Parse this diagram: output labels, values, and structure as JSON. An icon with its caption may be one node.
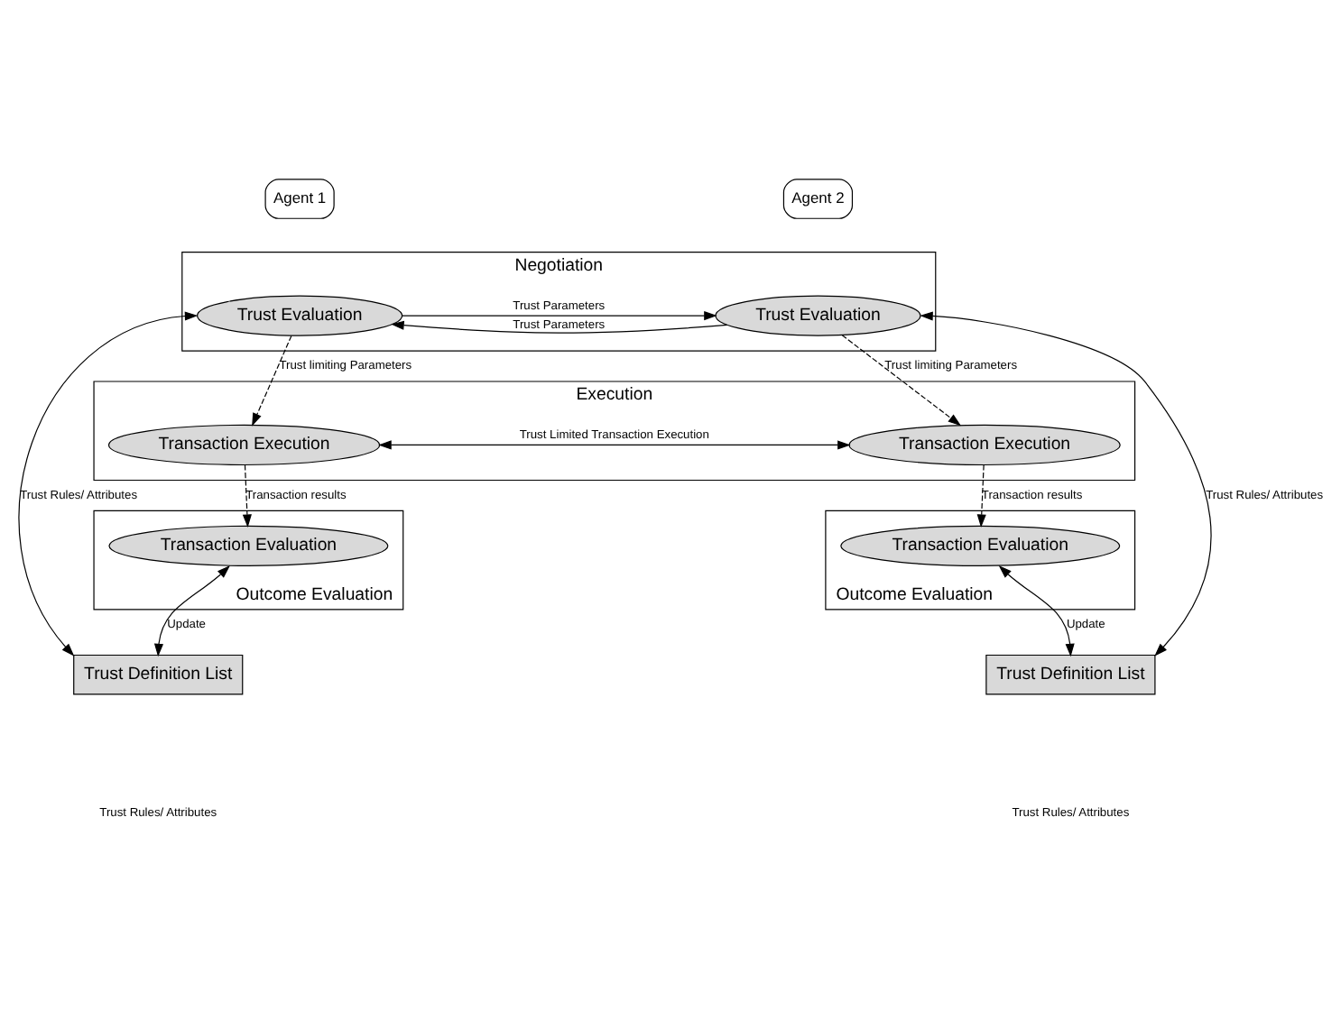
{
  "diagram": {
    "nodes": [
      {
        "text": [
          "Agent 1"
        ]
      },
      {
        "text": [
          "Agent 2"
        ]
      },
      {
        "text": [
          "Negotiation"
        ]
      },
      {
        "text": [
          "Trust Evaluation"
        ],
        "in": 2
      },
      {
        "text": [
          "Trust Evaluation"
        ],
        "in": 2
      },
      {
        "text": [
          "Execution"
        ]
      },
      {
        "text": [
          "Transaction Execution"
        ],
        "in": 5
      },
      {
        "text": [
          "Transaction Execution"
        ],
        "in": 5
      },
      {
        "text": [
          "Outcome Evaluation"
        ]
      },
      {
        "text": [
          "Transaction Evaluation"
        ],
        "in": 8
      },
      {
        "text": [
          "Outcome Evaluation"
        ]
      },
      {
        "text": [
          "Transaction Evaluation"
        ],
        "in": 10
      },
      {
        "text": [
          "Trust Definition List"
        ]
      },
      {
        "text": [
          "Trust Definition List"
        ]
      }
    ],
    "edges": [
      {
        "from": 3,
        "to": 4,
        "arrow": "to",
        "label": "Trust Parameters"
      },
      {
        "from": 4,
        "to": 3,
        "arrow": "to",
        "label": "Trust Parameters"
      },
      {
        "from": 3,
        "to": 6,
        "arrow": "to",
        "label": "Trust limiting Parameters",
        "style": "dashed"
      },
      {
        "from": 4,
        "to": 7,
        "arrow": "to",
        "label": "Trust limiting Parameters",
        "style": "dashed"
      },
      {
        "from": 6,
        "to": 7,
        "arrow": "both",
        "label": "Trust Limited Transaction Execution"
      },
      {
        "from": 6,
        "to": 9,
        "arrow": "to",
        "label": "Transaction results",
        "style": "dashed"
      },
      {
        "from": 7,
        "to": 11,
        "arrow": "to",
        "label": "Transaction results",
        "style": "dashed"
      },
      {
        "from": 3,
        "to": 12,
        "arrow": "both",
        "label": "Trust Rules/ Attributes"
      },
      {
        "from": 4,
        "to": 13,
        "arrow": "both",
        "label": "Trust Rules/ Attributes"
      },
      {
        "from": 9,
        "to": 12,
        "arrow": "both",
        "label": "Update"
      },
      {
        "from": 11,
        "to": 13,
        "arrow": "both",
        "label": "Update"
      }
    ],
    "labels": [
      "Trust Rules/ Attributes",
      "Trust Rules/ Attributes"
    ]
  }
}
